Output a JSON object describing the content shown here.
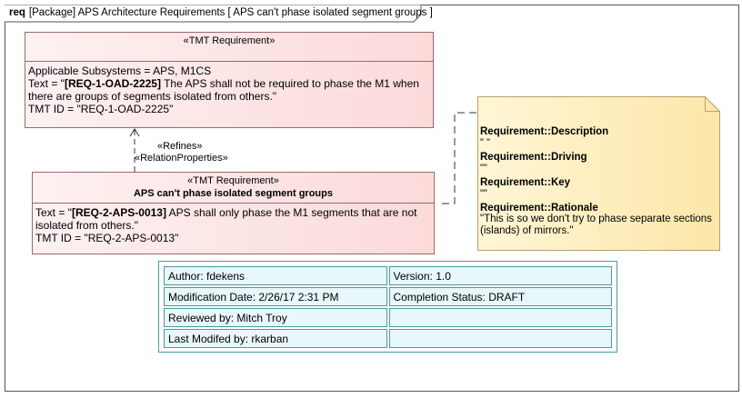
{
  "frame": {
    "keyword": "req",
    "title": "[Package] APS Architecture Requirements [ APS can't phase isolated segment groups ]"
  },
  "requirement_top": {
    "stereotype": "«TMT Requirement»",
    "applicable": "Applicable Subsystems = APS, M1CS",
    "text_prefix": "Text = \"",
    "text_id": "[REQ-1-OAD-2225]",
    "text_rest1": " The APS shall not be required to phase the M1 when",
    "text_rest2": "there are groups of segments isolated from others.\"",
    "tmt_id": "TMT ID = \"REQ-1-OAD-2225\""
  },
  "relation": {
    "refines": "«Refines»",
    "relation_properties": "«RelationProperties»"
  },
  "requirement_bottom": {
    "stereotype": "«TMT Requirement»",
    "name": "APS can't phase isolated segment groups",
    "text_prefix": "Text = \"",
    "text_id": "[REQ-2-APS-0013]",
    "text_rest1": " APS shall only phase the M1 segments that are not",
    "text_rest2": "isolated from others.\"",
    "tmt_id": "TMT ID = \"REQ-2-APS-0013\""
  },
  "note": {
    "items": [
      {
        "label": "Requirement::Description",
        "value": "\" \""
      },
      {
        "label": "Requirement::Driving",
        "value": "\"\""
      },
      {
        "label": "Requirement::Key",
        "value": "\"\""
      },
      {
        "label": "Requirement::Rationale",
        "value": "\"This is so we don't try to phase separate sections (islands) of mirrors.\""
      }
    ]
  },
  "info_table": {
    "author": "Author: fdekens",
    "version": "Version: 1.0",
    "modification_date": "Modification Date: 2/26/17 2:31 PM",
    "completion_status": "Completion Status: DRAFT",
    "reviewed_by": "Reviewed by: Mitch Troy",
    "reviewed_right": "",
    "last_modified": "Last Modifed by: rkarban",
    "last_modified_right": ""
  },
  "colors": {
    "requirement_border": "#9b6a6a",
    "note_fill": "#fdf0c4",
    "table_border": "#4a9aa0",
    "table_cell": "#e8f7fa"
  }
}
